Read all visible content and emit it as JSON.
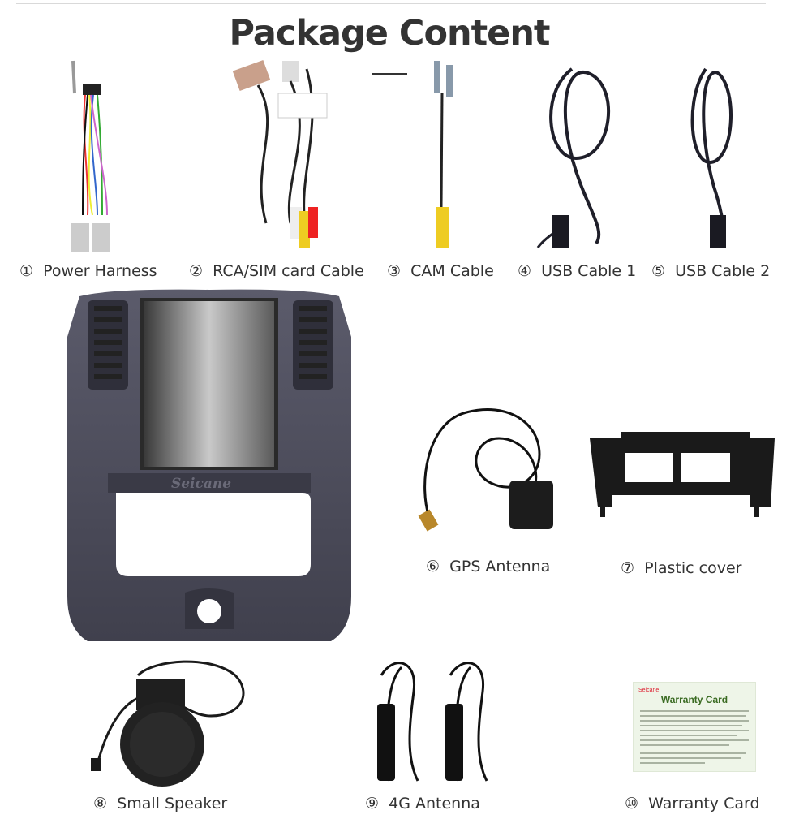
{
  "title": "Package Content",
  "items": [
    {
      "num": "①",
      "label": "Power Harness"
    },
    {
      "num": "②",
      "label": "RCA/SIM card Cable"
    },
    {
      "num": "③",
      "label": "CAM Cable"
    },
    {
      "num": "④",
      "label": "USB Cable 1"
    },
    {
      "num": "⑤",
      "label": "USB Cable 2"
    },
    {
      "num": "⑥",
      "label": "GPS Antenna"
    },
    {
      "num": "⑦",
      "label": "Plastic cover"
    },
    {
      "num": "⑧",
      "label": "Small Speaker"
    },
    {
      "num": "⑨",
      "label": "4G Antenna"
    },
    {
      "num": "⑩",
      "label": "Warranty Card"
    }
  ],
  "head_unit": {
    "brand": "Seicane"
  },
  "warranty_card": {
    "brand": "Seicane",
    "heading": "Warranty Card"
  },
  "colors": {
    "text": "#333333",
    "card_heading": "#3a6b22",
    "device": "#4a4a5a",
    "cable": "#222222"
  }
}
